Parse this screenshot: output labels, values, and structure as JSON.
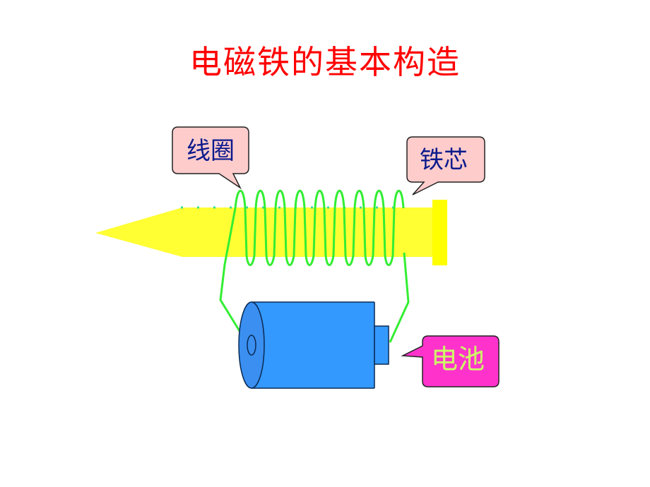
{
  "title": "电磁铁的基本构造",
  "labels": {
    "coil": "线圈",
    "core": "铁芯",
    "battery": "电池"
  },
  "colors": {
    "title": "#ff0000",
    "core": "#ffff33",
    "core_cap": "#ffff00",
    "coil": "#33ee33",
    "battery": "#3399ff",
    "coil_callout_fill": "#ffcccc",
    "core_callout_fill": "#ffcccc",
    "battery_callout_fill": "#ff33cc",
    "callout_text": "#0a1a8c",
    "battery_text": "#ccff66"
  }
}
